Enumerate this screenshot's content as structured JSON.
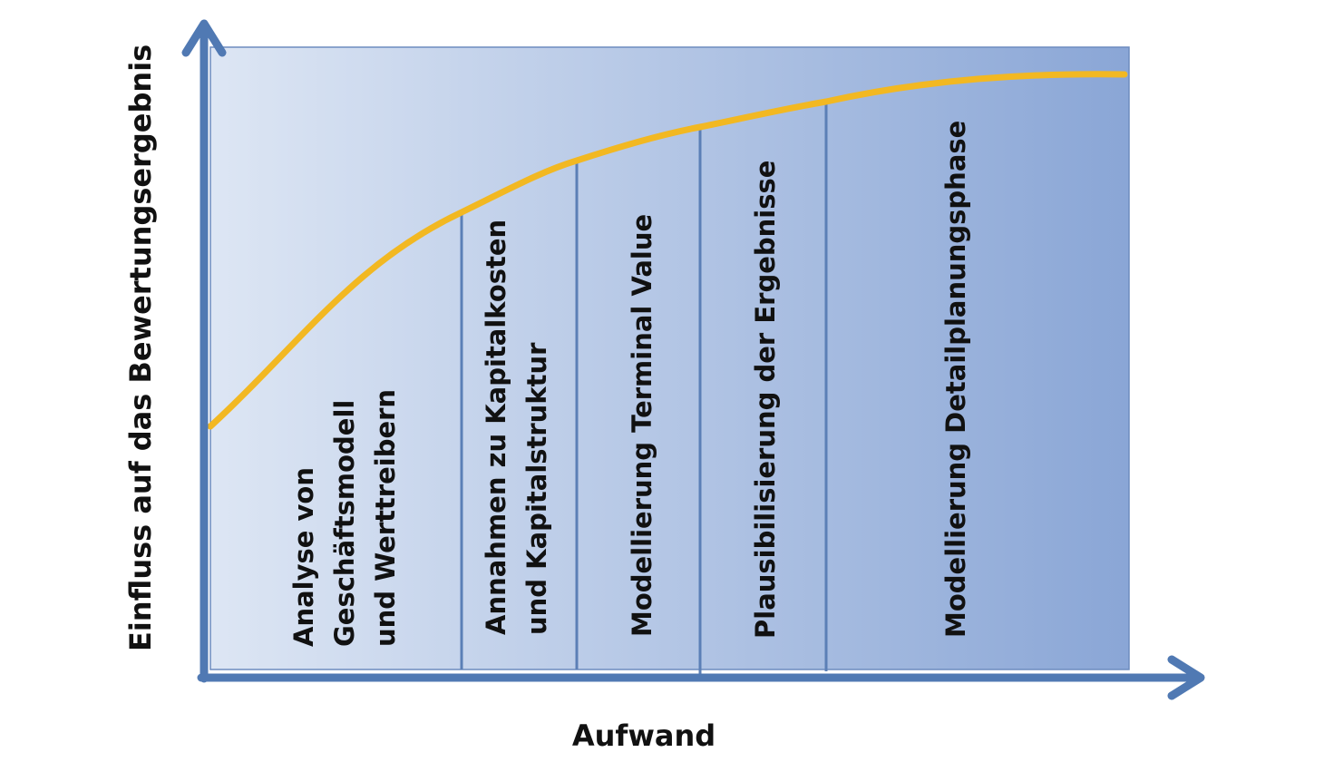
{
  "axes": {
    "y_title": "Einfluss auf das Bewertungsergebnis",
    "x_title": "Aufwand"
  },
  "phases": [
    {
      "lines": [
        "Analyse von",
        "Geschäftsmodell",
        "und Werttreibern"
      ]
    },
    {
      "lines": [
        "Annahmen zu Kapitalkosten",
        "und Kapitalstruktur"
      ]
    },
    {
      "lines": [
        "Modellierung Terminal Value"
      ]
    },
    {
      "lines": [
        "Plausibilisierung der Ergebnisse"
      ]
    },
    {
      "lines": [
        "Modellierung Detailplanungsphase"
      ]
    }
  ],
  "colors": {
    "panel_light": "#dde6f4",
    "panel_dark": "#8aa6d6",
    "axis": "#5079b3",
    "divider": "#5b7fb6",
    "curve": "#f2b822"
  }
}
